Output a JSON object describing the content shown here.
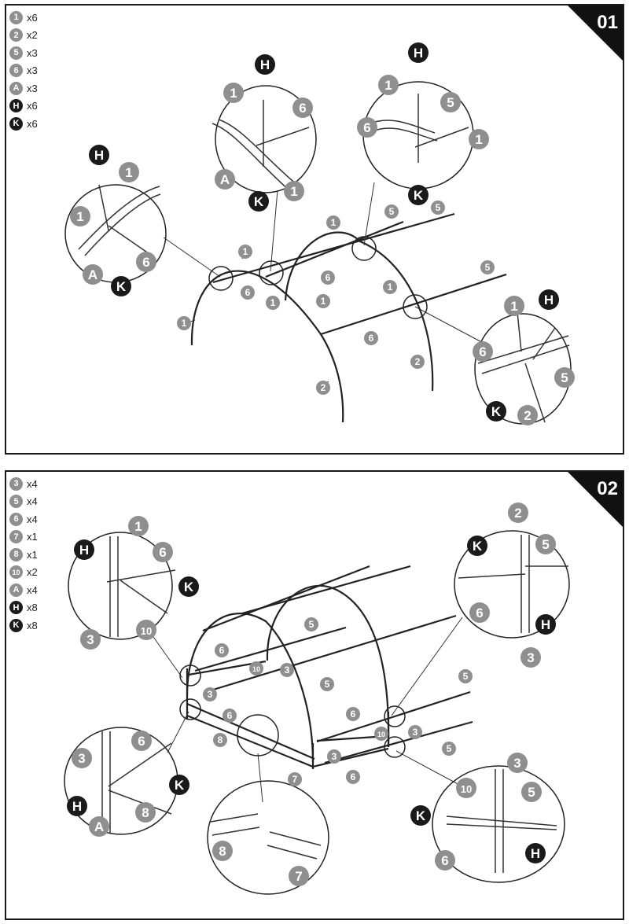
{
  "panel1": {
    "step": "01",
    "legend": [
      {
        "label": "1",
        "qty": "x6",
        "style": "grey"
      },
      {
        "label": "2",
        "qty": "x2",
        "style": "grey"
      },
      {
        "label": "5",
        "qty": "x3",
        "style": "grey"
      },
      {
        "label": "6",
        "qty": "x3",
        "style": "grey"
      },
      {
        "label": "A",
        "qty": "x3",
        "style": "grey"
      },
      {
        "label": "H",
        "qty": "x6",
        "style": "dark"
      },
      {
        "label": "K",
        "qty": "x6",
        "style": "dark"
      }
    ]
  },
  "panel2": {
    "step": "02",
    "legend": [
      {
        "label": "3",
        "qty": "x4",
        "style": "grey"
      },
      {
        "label": "5",
        "qty": "x4",
        "style": "grey"
      },
      {
        "label": "6",
        "qty": "x4",
        "style": "grey"
      },
      {
        "label": "7",
        "qty": "x1",
        "style": "grey"
      },
      {
        "label": "8",
        "qty": "x1",
        "style": "grey"
      },
      {
        "label": "10",
        "qty": "x2",
        "style": "grey"
      },
      {
        "label": "A",
        "qty": "x4",
        "style": "grey"
      },
      {
        "label": "H",
        "qty": "x8",
        "style": "dark"
      },
      {
        "label": "K",
        "qty": "x8",
        "style": "dark"
      }
    ]
  },
  "colors": {
    "dark_badge": "#1a1a1a",
    "part_badge": "#8f8f8f",
    "line": "#222222"
  }
}
